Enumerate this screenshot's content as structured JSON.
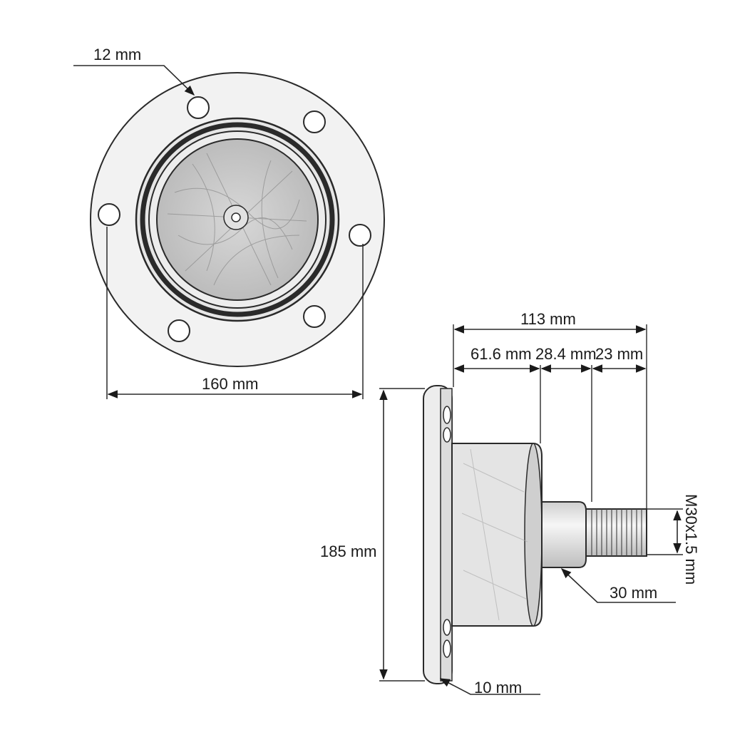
{
  "dimensions": {
    "hole_diameter": "12 mm",
    "bolt_circle": "160 mm",
    "total_length": "113 mm",
    "body_length": "61.6 mm",
    "shaft_length": "28.4 mm",
    "thread_length": "23 mm",
    "flange_diameter": "185 mm",
    "thread_spec": "M30x1.5 mm",
    "shaft_diameter": "30 mm",
    "flange_thickness": "10 mm"
  },
  "colors": {
    "line": "#2a2a2a",
    "fill_light": "#f0f0f0",
    "fill_mid": "#e0e0e0",
    "fill_dark": "#cfcfcf"
  }
}
